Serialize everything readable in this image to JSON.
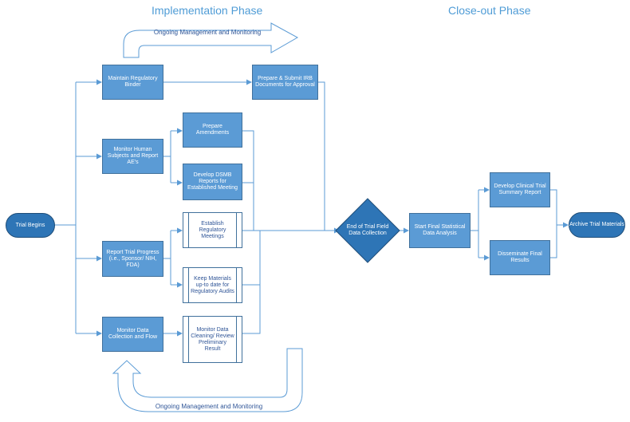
{
  "phases": {
    "implementation": "Implementation Phase",
    "closeout": "Close-out Phase"
  },
  "loops": {
    "top": "Ongoing Management and Monitoring",
    "bottom": "Ongoing Management and Monitoring"
  },
  "nodes": {
    "trial_begins": "Trial Begins",
    "maintain_binder": "Maintain Regulatory Binder",
    "prepare_irb": "Prepare & Submit IRB Documents for Approval",
    "monitor_human": "Monitor Human Subjects and Report AE's",
    "prepare_amendments": "Prepare Amendments",
    "develop_dsmb": "Develop DSMB Reports for Established Meeting",
    "report_progress": "Report Trial Progress (i.e., Sponsor/ NIH, FDA)",
    "establish_meetings": "Establish Regulatory Meetings",
    "keep_materials": "Keep Materials up-to date for Regulatory Audits",
    "monitor_collection": "Monitor Data Collection and Flow",
    "monitor_cleaning": "Monitor Data Cleaning/ Review Preliminary Result",
    "end_collection": "End of Trial Field Data Collection",
    "start_analysis": "Start Final Statistical Data Analysis",
    "develop_report": "Develop Clinical Trial Summary Report",
    "disseminate": "Disseminate Final Results",
    "archive": "Archive Trial Materials"
  },
  "colors": {
    "box_fill": "#5b9bd5",
    "box_border": "#41719c",
    "terminal_fill": "#2e75b6",
    "connector": "#5b9bd5",
    "phase_text": "#4f9cd6"
  }
}
